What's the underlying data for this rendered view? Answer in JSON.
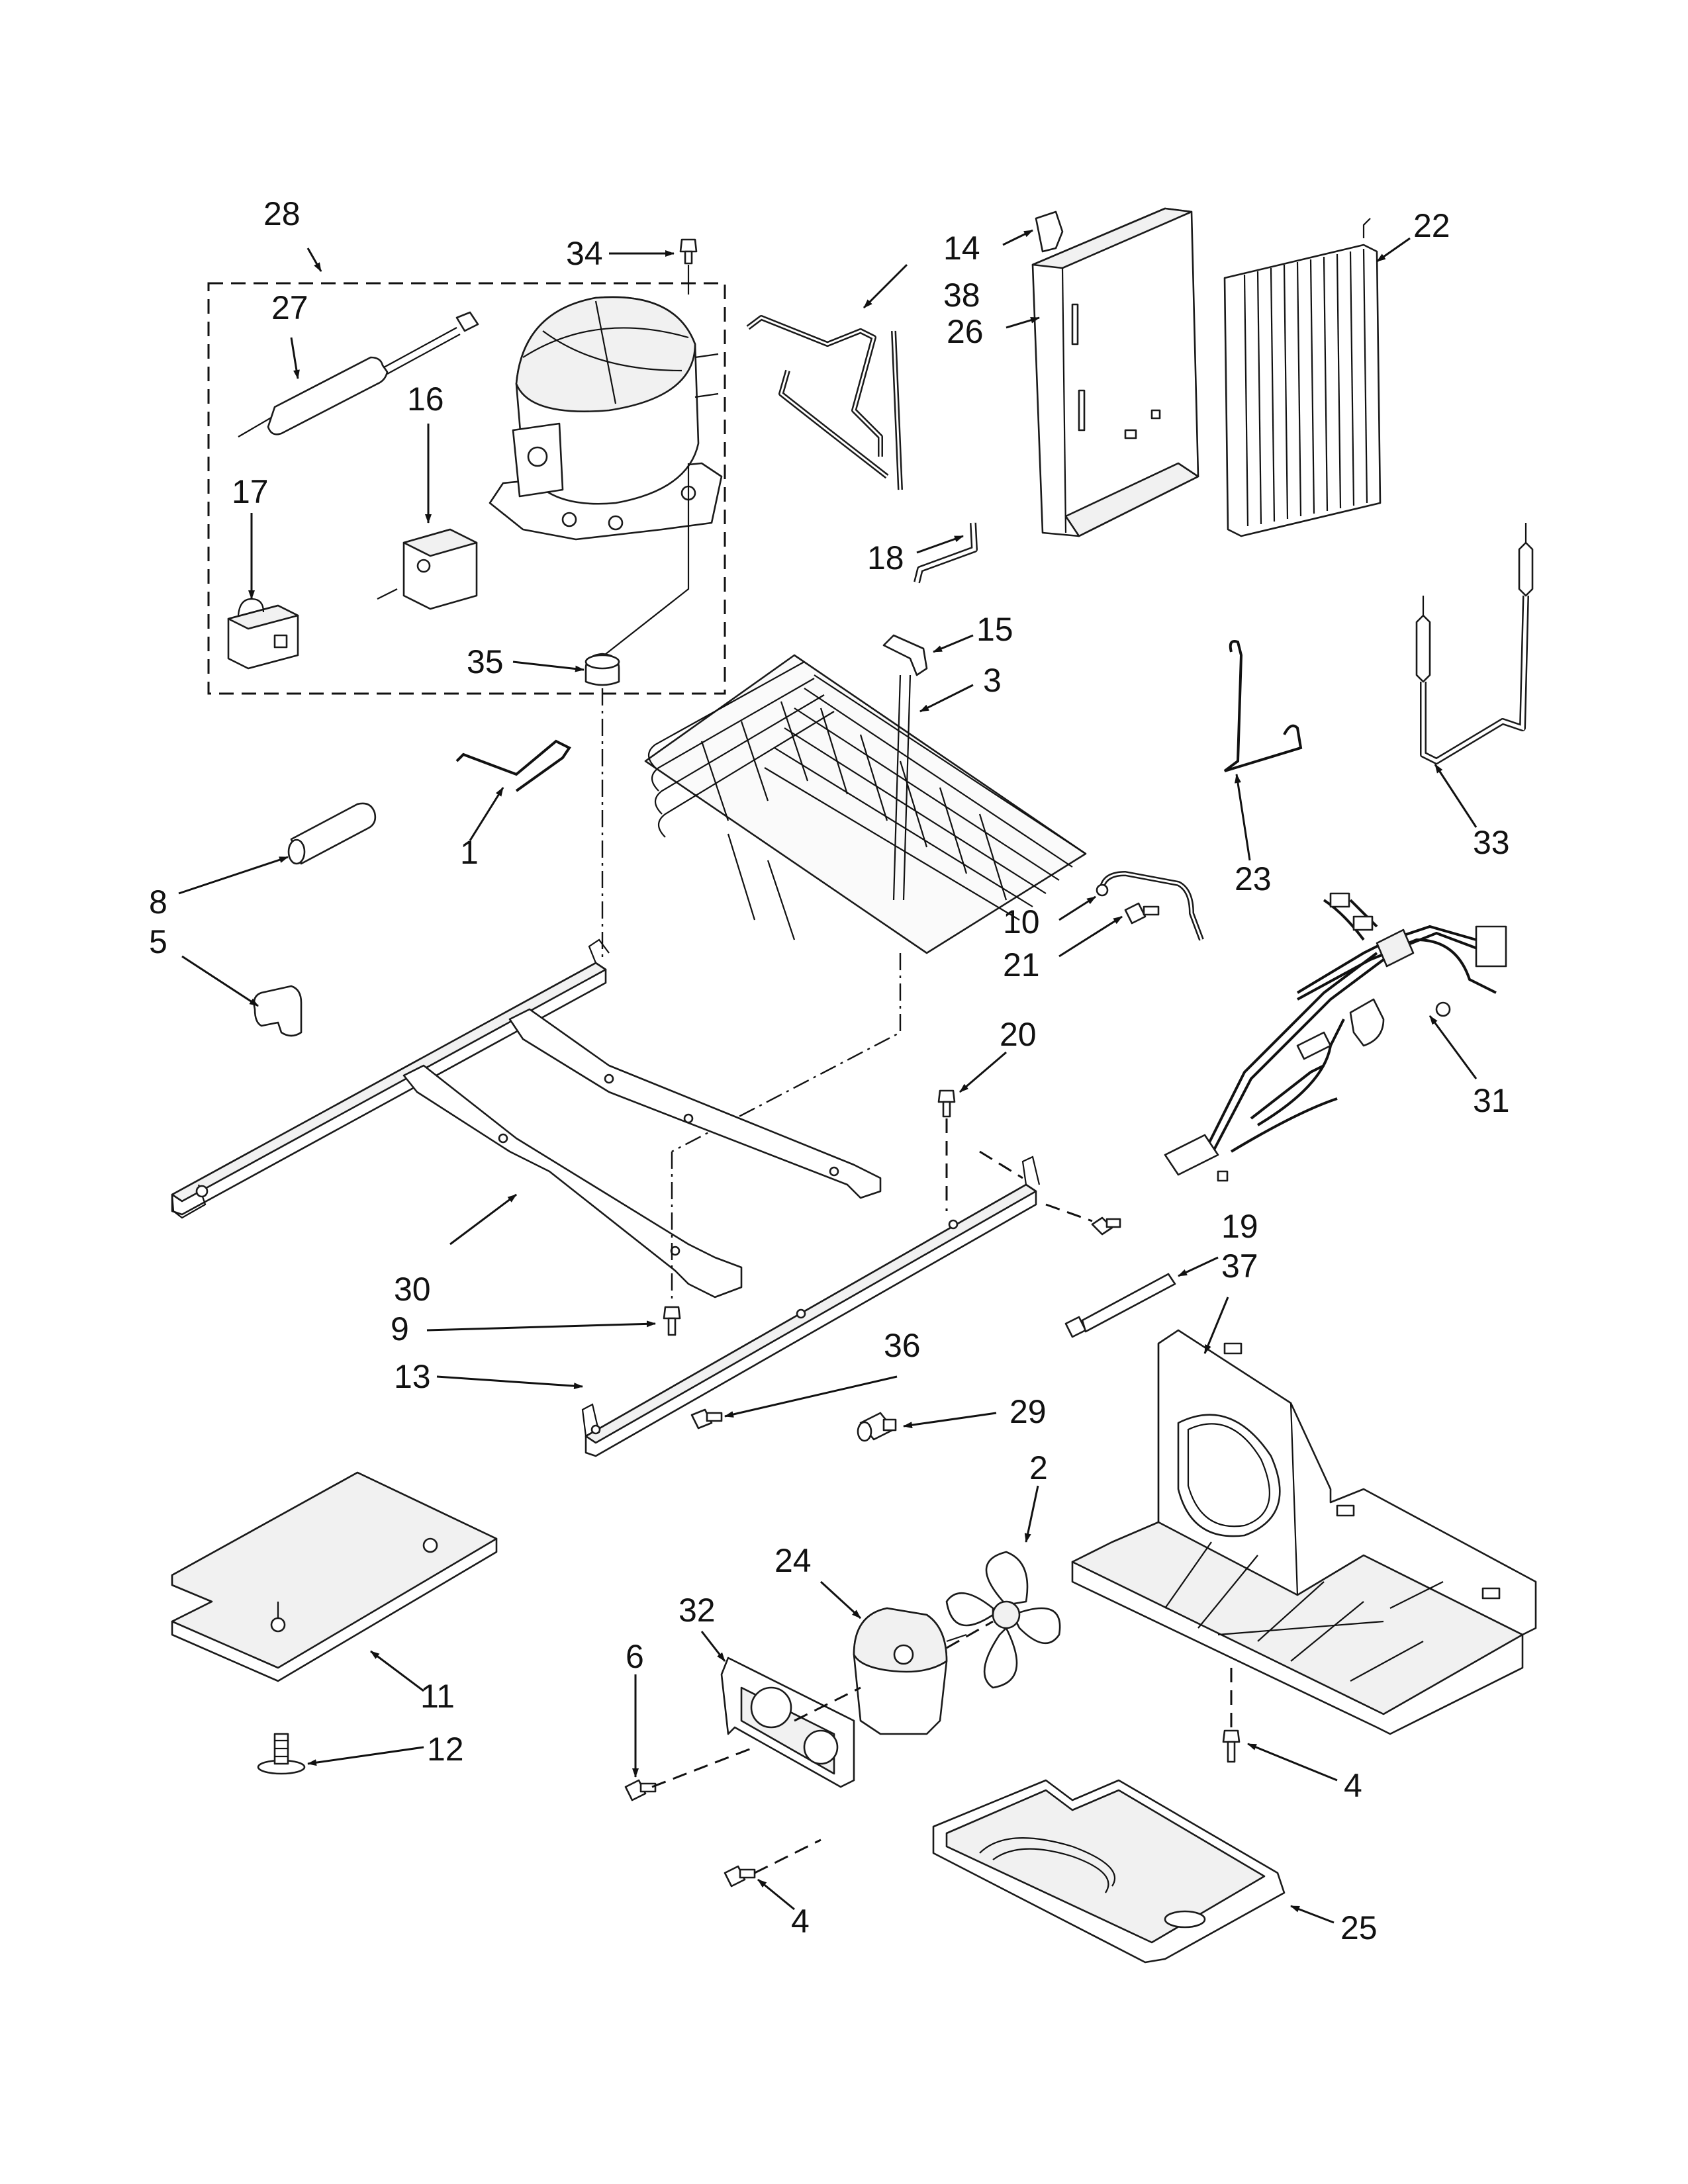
{
  "callouts": [
    "1",
    "2",
    "3",
    "4",
    "5",
    "6",
    "8",
    "9",
    "10",
    "11",
    "12",
    "13",
    "14",
    "15",
    "16",
    "17",
    "18",
    "19",
    "20",
    "21",
    "22",
    "23",
    "24",
    "25",
    "26",
    "27",
    "28",
    "29",
    "30",
    "31",
    "32",
    "33",
    "34",
    "35",
    "36",
    "37",
    "38"
  ],
  "labels": {
    "l1": "1",
    "l2": "2",
    "l3": "3",
    "l4a": "4",
    "l4b": "4",
    "l5": "5",
    "l6": "6",
    "l8": "8",
    "l9": "9",
    "l10": "10",
    "l11": "11",
    "l12": "12",
    "l13": "13",
    "l14": "14",
    "l15": "15",
    "l16": "16",
    "l17": "17",
    "l18": "18",
    "l19": "19",
    "l20": "20",
    "l21": "21",
    "l22": "22",
    "l23": "23",
    "l24": "24",
    "l25": "25",
    "l26": "26",
    "l27": "27",
    "l28": "28",
    "l29": "29",
    "l30": "30",
    "l31": "31",
    "l32": "32",
    "l33": "33",
    "l34": "34",
    "l35": "35",
    "l36": "36",
    "l37": "37",
    "l38": "38"
  },
  "colors": {
    "line": "#111111",
    "background": "#ffffff",
    "shade": "#f1f1f1"
  }
}
